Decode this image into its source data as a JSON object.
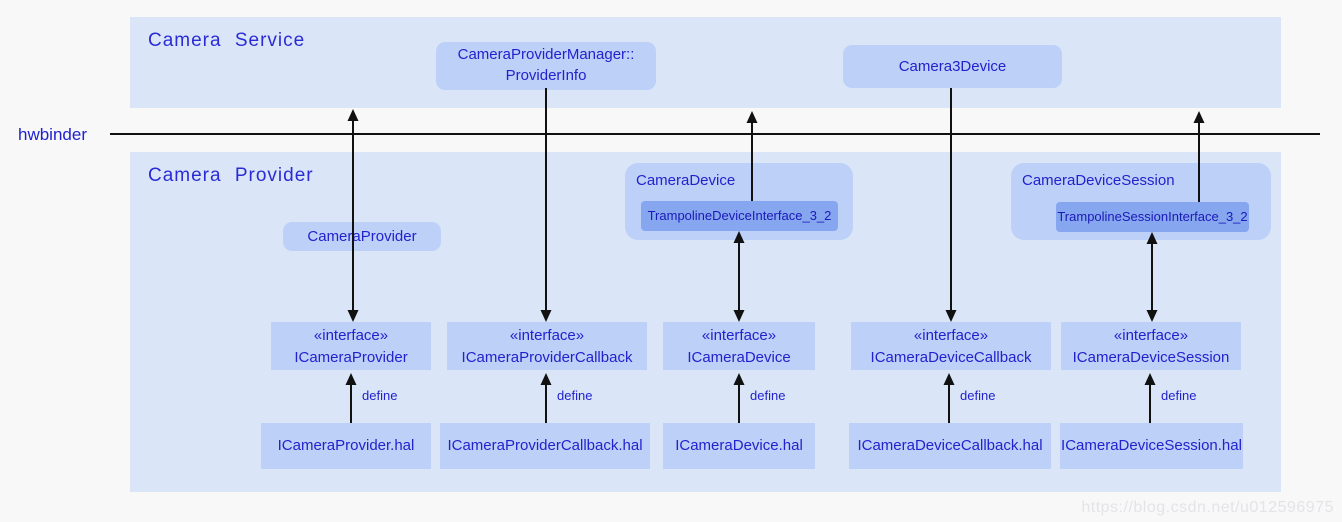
{
  "service": {
    "title": "Camera Service",
    "provider_manager_line1": "CameraProviderManager::",
    "provider_manager_line2": "ProviderInfo",
    "camera3device": "Camera3Device"
  },
  "hwbinder": {
    "label": "hwbinder"
  },
  "provider": {
    "title": "Camera Provider",
    "camera_provider": "CameraProvider",
    "camera_device": "CameraDevice",
    "trampoline_device": "TrampolineDeviceInterface_3_2",
    "camera_device_session": "CameraDeviceSession",
    "trampoline_session": "TrampolineSessionInterface_3_2",
    "define_label": "define",
    "interfaces": [
      {
        "stereotype": "«interface»",
        "name": "ICameraProvider"
      },
      {
        "stereotype": "«interface»",
        "name": "ICameraProviderCallback"
      },
      {
        "stereotype": "«interface»",
        "name": "ICameraDevice"
      },
      {
        "stereotype": "«interface»",
        "name": "ICameraDeviceCallback"
      },
      {
        "stereotype": "«interface»",
        "name": "ICameraDeviceSession"
      }
    ],
    "hal_files": [
      "ICameraProvider.hal",
      "ICameraProviderCallback.hal",
      "ICameraDevice.hal",
      "ICameraDeviceCallback.hal",
      "ICameraDeviceSession.hal"
    ]
  },
  "watermark": "https://blog.csdn.net/u012596975",
  "colors": {
    "panel": "#dae6f8",
    "box": "#bdd0f8",
    "inner_box": "#86a6ef",
    "text": "#2222cd",
    "line": "#111111"
  }
}
